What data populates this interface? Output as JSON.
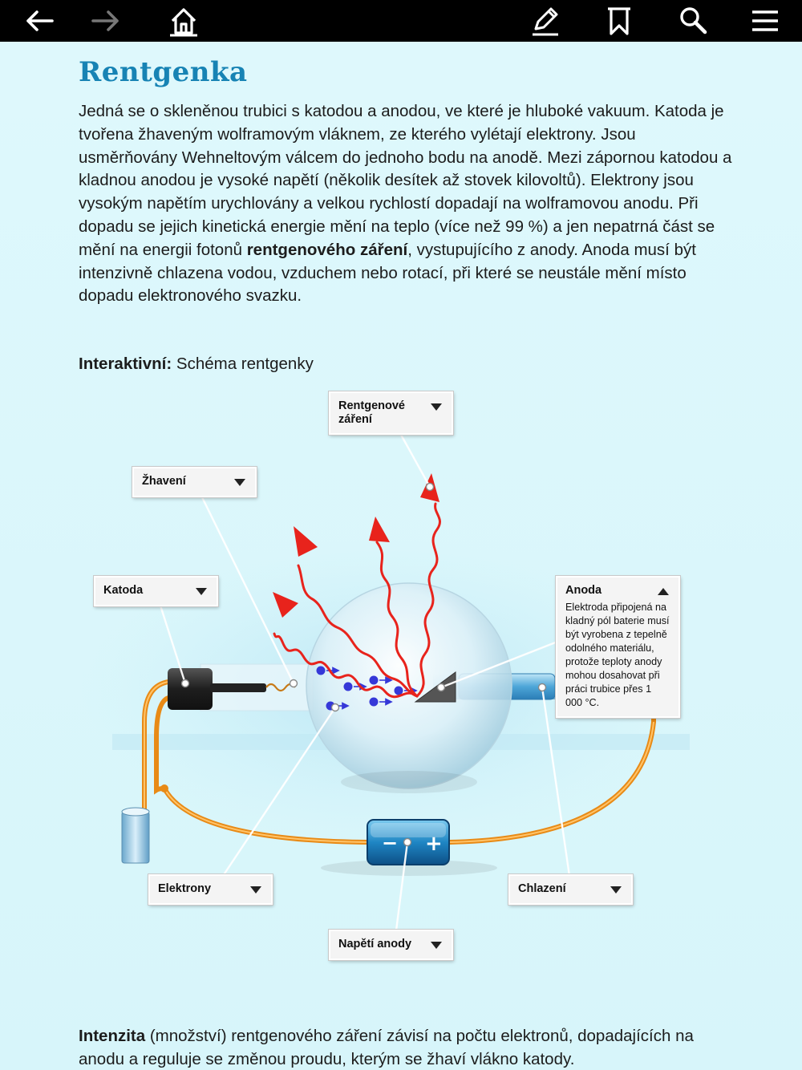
{
  "toolbar": {
    "back": "back-icon",
    "forward": "forward-icon",
    "home": "home-icon",
    "edit": "pencil-icon",
    "bookmark": "bookmark-icon",
    "search": "search-icon",
    "menu": "menu-icon"
  },
  "colors": {
    "accent": "#1783b4",
    "toolbar": "#000000",
    "background": "#d8f6fb",
    "ray": "#e8231c",
    "electron": "#3538d8"
  },
  "article": {
    "title": "Rentgenka",
    "intro_a": "Jedná se o skleněnou trubici s katodou a anodou, ve které je hluboké vakuum. Katoda je tvořena žhaveným wolframovým vláknem, ze kterého vylétají elektrony. Jsou usměrňovány Wehneltovým válcem do jednoho bodu na anodě. Mezi zápornou katodou a kladnou anodou je vysoké napětí (několik desítek až stovek kilovoltů). Elektrony jsou vysokým napětím urychlovány a velkou rychlostí dopadají na wolframovou anodu. Při dopadu se jejich kinetická energie mění na teplo (více než 99 %) a jen nepatrná část se mění na energii fotonů ",
    "intro_bold": "rentgenového záření",
    "intro_b": ", vystupujícího z anody. Anoda musí být intenzivně chlazena vodou, vzduchem nebo rotací, při které se neustále mění místo dopadu elektronového svazku.",
    "interactive_label": "Interaktivní:",
    "interactive_title": " Schéma rentgenky",
    "bottom_bold": "Intenzita",
    "bottom_text": " (množství) rentgenového záření závisí na počtu elektronů, dopadajících na anodu a reguluje se změnou proudu, kterým se žhaví vlákno katody."
  },
  "callouts": {
    "rentgen": "Rentgenové záření",
    "zhaveni": "Žhavení",
    "katoda": "Katoda",
    "anoda": "Anoda",
    "anoda_desc": "Elektroda připojená na kladný pól baterie musí být vyrobena z tepelně odolného materiálu, protože teploty anody mohou dosahovat při práci trubice přes 1 000 °C.",
    "elektrony": "Elektrony",
    "chlazeni": "Chlazení",
    "napeti": "Napětí anody"
  },
  "battery": {
    "minus": "−",
    "plus": "+"
  }
}
